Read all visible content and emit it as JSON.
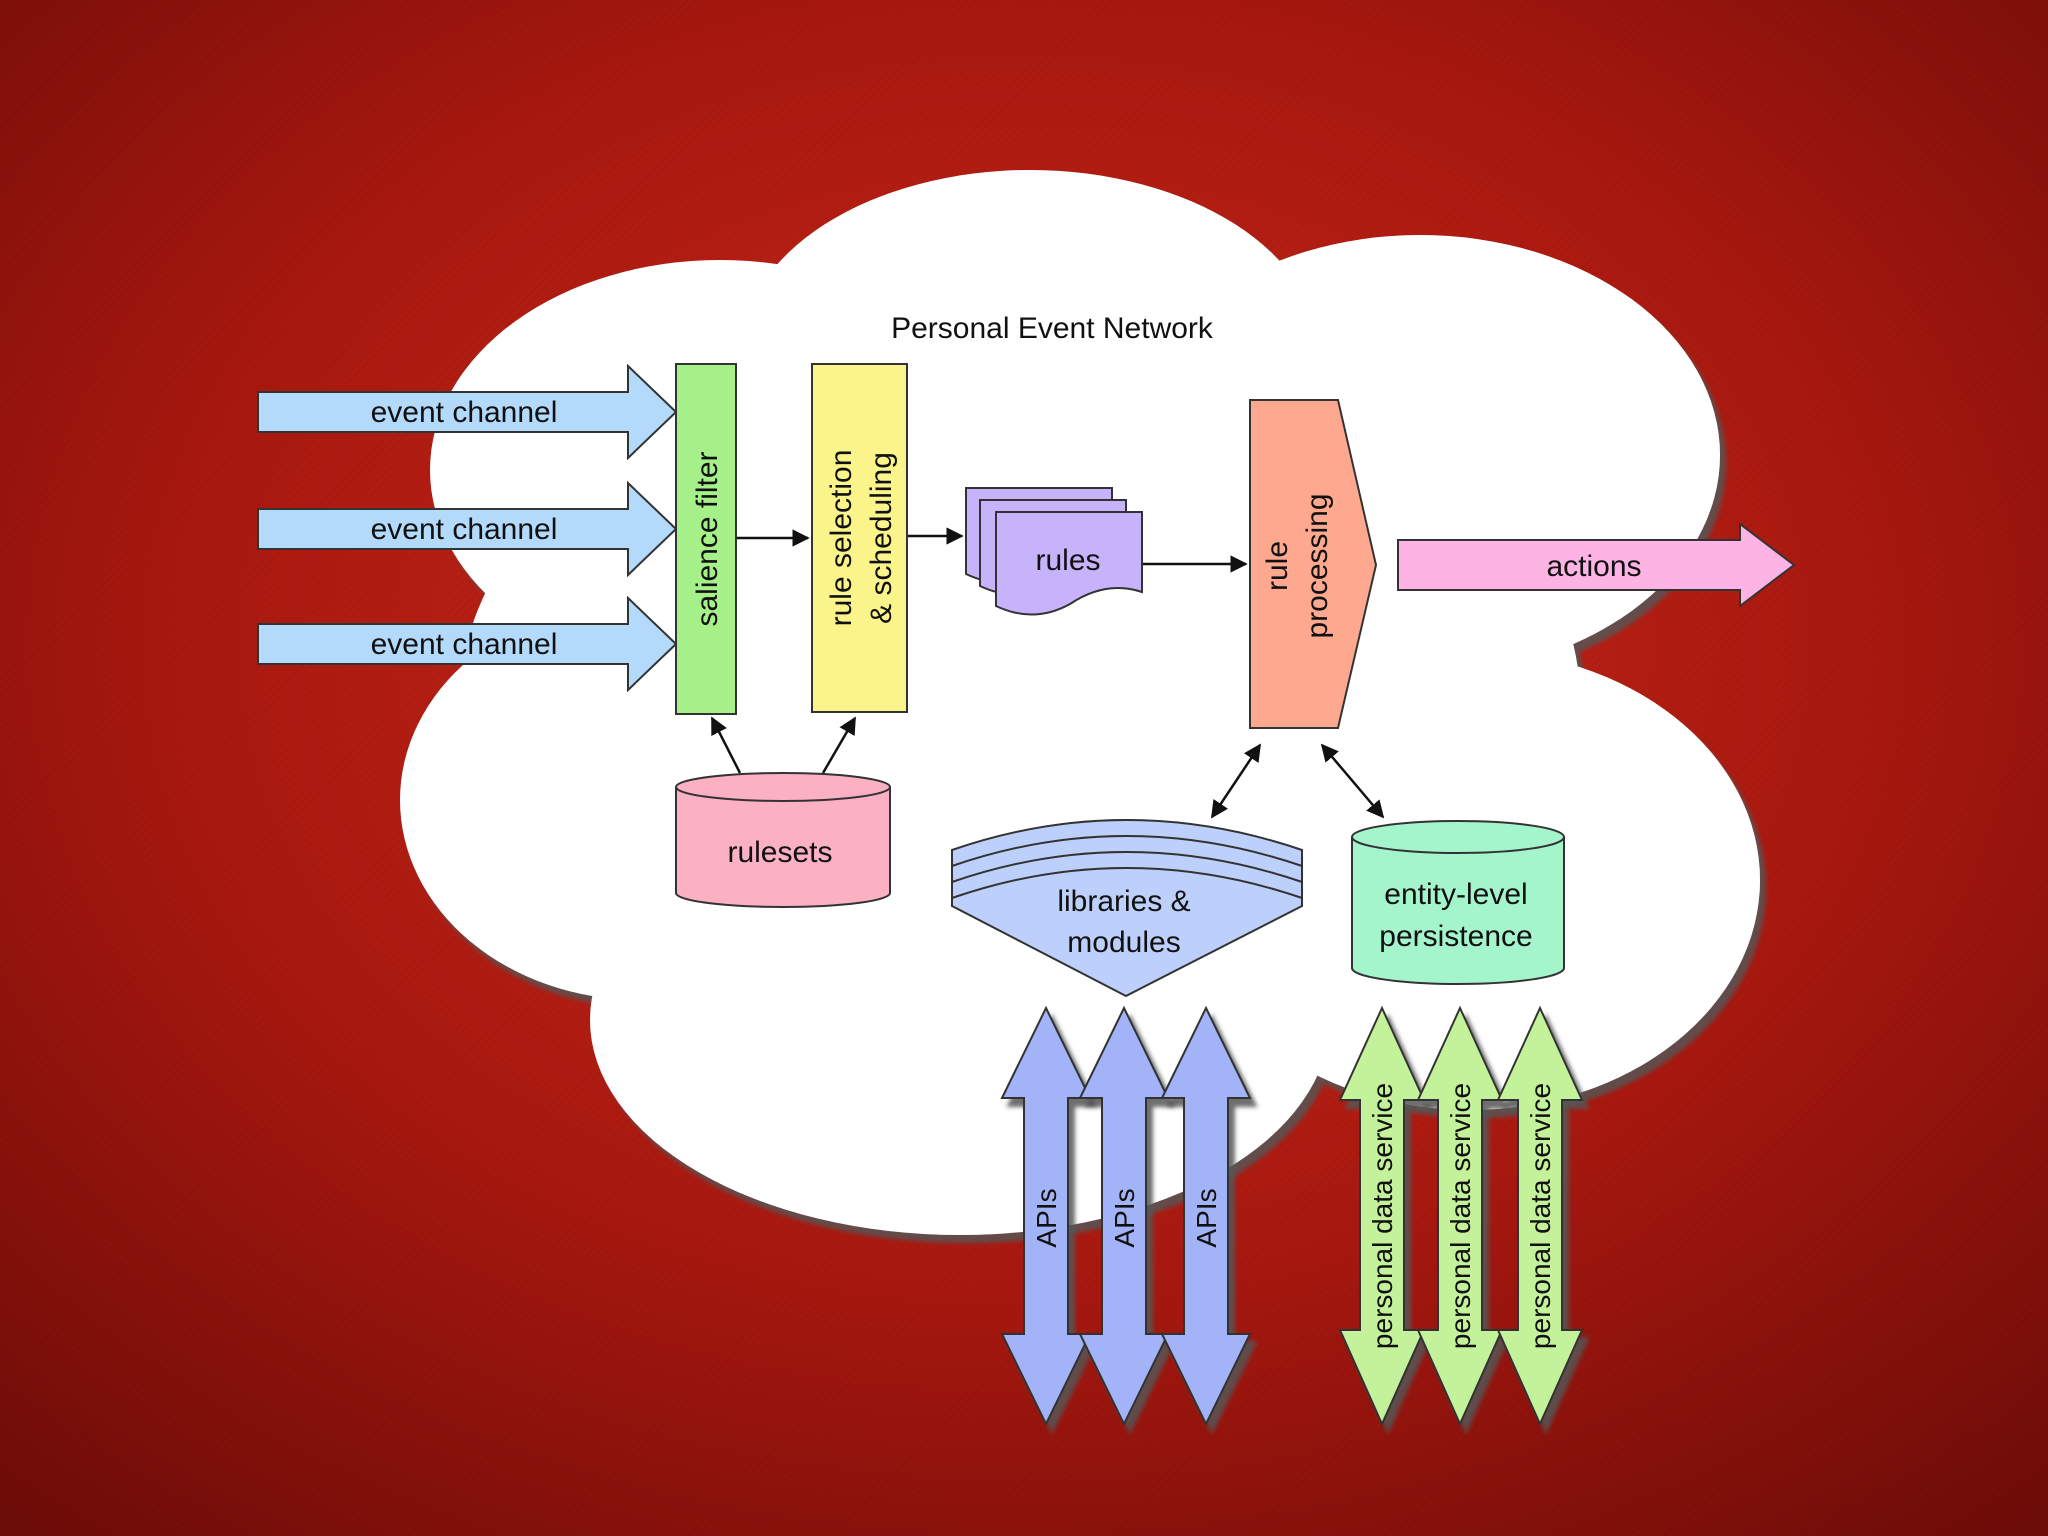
{
  "diagram": {
    "title": "Personal Event Network",
    "event_channels": [
      "event channel",
      "event channel",
      "event channel"
    ],
    "salience_filter": "salience filter",
    "rule_selection": [
      "rule selection",
      "& scheduling"
    ],
    "rules": "rules",
    "rule_processing": [
      "rule",
      "processing"
    ],
    "actions": "actions",
    "rulesets": "rulesets",
    "libraries": [
      "libraries &",
      "modules"
    ],
    "persistence": [
      "entity-level",
      "persistence"
    ],
    "apis": [
      "APIs",
      "APIs",
      "APIs"
    ],
    "personal_data_services": [
      "personal data service",
      "personal data service",
      "personal data service"
    ]
  },
  "colors": {
    "background": "#a8180f",
    "cloud": "#ffffff",
    "event_channel": "#b3d9fb",
    "salience_filter": "#a6f08a",
    "rule_selection": "#fbf48a",
    "rules": "#c6b3fb",
    "rule_processing": "#fda88f",
    "actions": "#fdb3e3",
    "rulesets": "#fbb0c4",
    "libraries": "#bcd0fb",
    "persistence": "#a4f4cc",
    "apis": "#a3b3f8",
    "personal_data_service": "#c4f29a"
  }
}
